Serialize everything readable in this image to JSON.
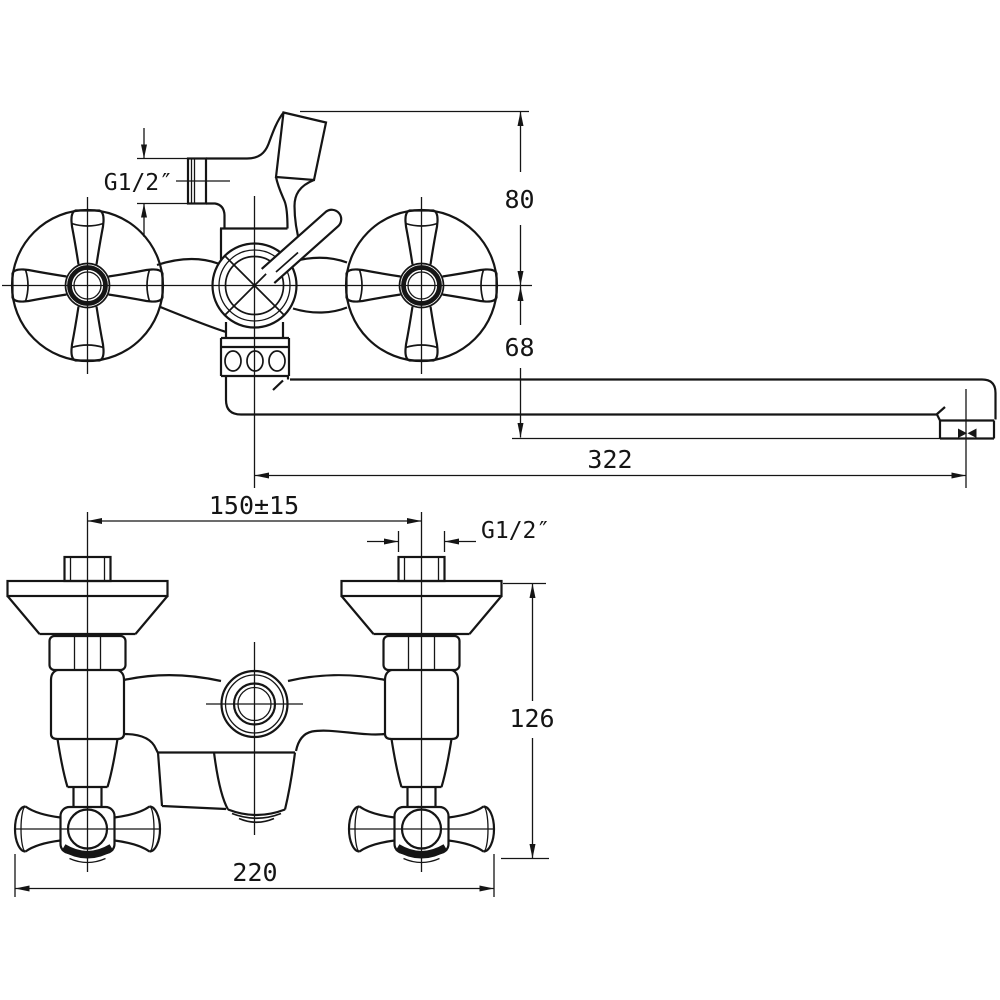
{
  "drawing": {
    "subject": "wall-mounted bathtub mixer faucet - two-view technical drawing",
    "colors": {
      "line": "#151515",
      "background": "#ffffff"
    },
    "dims": {
      "top": {
        "shower_outlet_thread": "G1/2″",
        "height_above_axis": "80",
        "axis_to_spout_outlet": "68",
        "spout_reach": "322"
      },
      "bottom": {
        "inlet_centers": "150±15",
        "inlet_thread": "G1/2″",
        "depth": "126",
        "overall_width": "220"
      }
    }
  }
}
